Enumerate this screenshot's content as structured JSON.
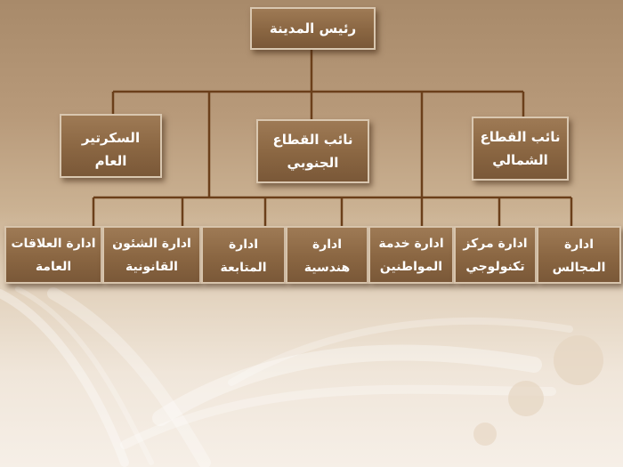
{
  "org_chart": {
    "root": {
      "label": "رئيس المدينة"
    },
    "deputies": [
      {
        "label": "السكرتير العام"
      },
      {
        "label": "نائب القطاع الجنوبي"
      },
      {
        "label": "نائب القطاع الشمالي"
      }
    ],
    "departments": [
      {
        "label": "ادارة العلاقات العامة"
      },
      {
        "label": "ادارة الشئون القانونية"
      },
      {
        "label": "ادارة المتابعة"
      },
      {
        "label": "ادارة هندسية"
      },
      {
        "label": "ادارة خدمة المواطنين"
      },
      {
        "label": "ادارة مركز تكنولوجي"
      },
      {
        "label": "ادارة المجالس"
      }
    ]
  },
  "colors": {
    "node_fill": "#8a6642",
    "node_border": "#d9c7b0",
    "connector": "#6b3f1a",
    "text": "#ffffff"
  }
}
